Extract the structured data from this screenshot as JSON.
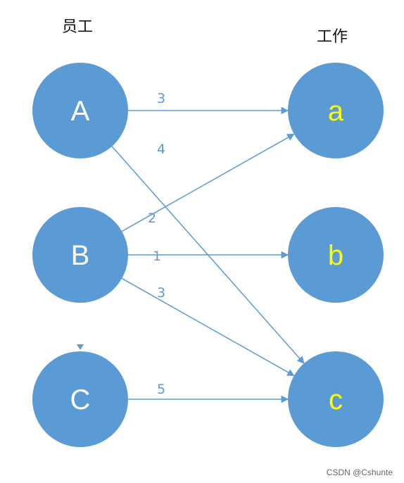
{
  "headers": {
    "employees": "员工",
    "jobs": "工作"
  },
  "employees": [
    {
      "id": "A"
    },
    {
      "id": "B"
    },
    {
      "id": "C"
    }
  ],
  "jobs": [
    {
      "id": "a"
    },
    {
      "id": "b"
    },
    {
      "id": "c"
    }
  ],
  "edges": [
    {
      "from": "A",
      "to": "a",
      "weight": "3"
    },
    {
      "from": "A",
      "to": "c",
      "weight": "4"
    },
    {
      "from": "B",
      "to": "a",
      "weight": "2"
    },
    {
      "from": "B",
      "to": "b",
      "weight": "1"
    },
    {
      "from": "B",
      "to": "c",
      "weight": "3"
    },
    {
      "from": "C",
      "to": "c",
      "weight": "5"
    }
  ],
  "colors": {
    "node_fill": "#5b9bd5",
    "employee_label": "#ffffff",
    "job_label": "#ffff00",
    "edge": "#5b9bd5",
    "weight_label": "#5b9bd5"
  },
  "watermark": "CSDN @Cshunte"
}
